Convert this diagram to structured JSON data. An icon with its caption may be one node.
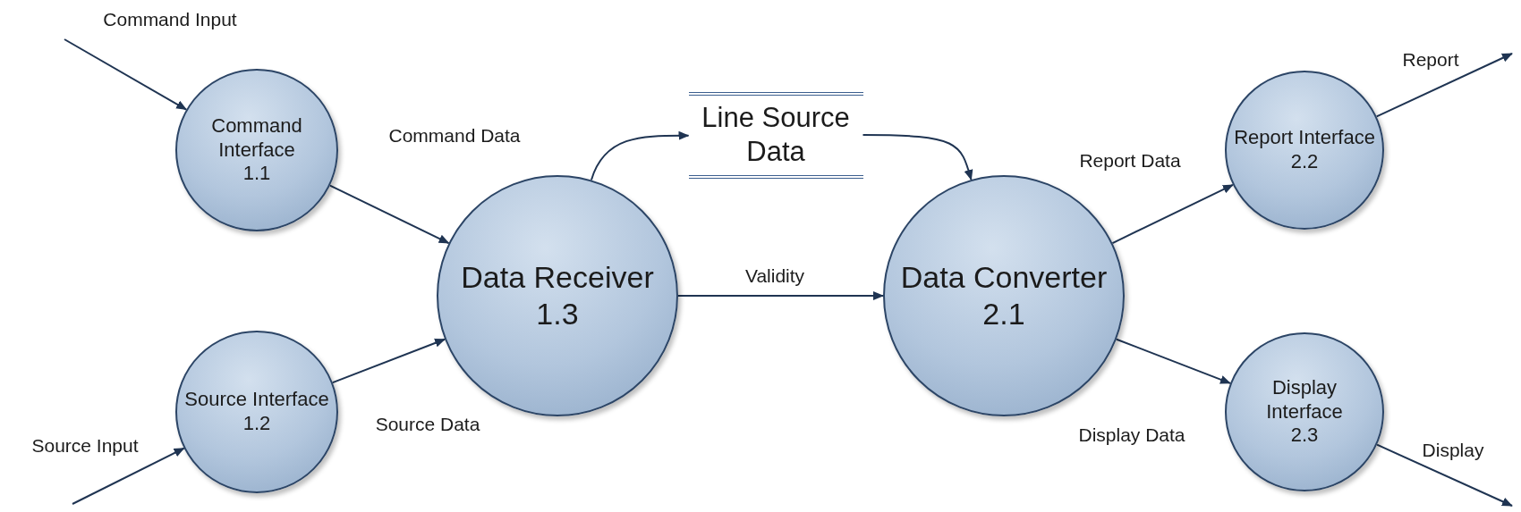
{
  "diagram": {
    "nodes": [
      {
        "text": [
          "Command Interface",
          "1.1"
        ]
      },
      {
        "text": [
          "Source Interface",
          "1.2"
        ]
      },
      {
        "text": [
          "Data Receiver",
          "1.3"
        ]
      },
      {
        "text": [
          "Line Source Data"
        ]
      },
      {
        "text": [
          "Data Converter",
          "2.1"
        ]
      },
      {
        "text": [
          "Report Interface",
          "2.2"
        ]
      },
      {
        "text": [
          "Display Interface",
          "2.3"
        ]
      }
    ],
    "edges": [
      {
        "from": null,
        "to": 0,
        "arrow": "to",
        "label": "Command Input"
      },
      {
        "from": null,
        "to": 1,
        "arrow": "to",
        "label": "Source Input"
      },
      {
        "from": 0,
        "to": 2,
        "arrow": "to",
        "label": "Command Data"
      },
      {
        "from": 1,
        "to": 2,
        "arrow": "to",
        "label": "Source Data"
      },
      {
        "from": 2,
        "to": 3,
        "arrow": "to"
      },
      {
        "from": 3,
        "to": 4,
        "arrow": "to"
      },
      {
        "from": 2,
        "to": 4,
        "arrow": "to",
        "label": "Validity"
      },
      {
        "from": 4,
        "to": 5,
        "arrow": "to",
        "label": "Report Data"
      },
      {
        "from": 4,
        "to": 6,
        "arrow": "to",
        "label": "Display Data"
      },
      {
        "from": 5,
        "to": null,
        "arrow": "to",
        "label": "Report"
      },
      {
        "from": 6,
        "to": null,
        "arrow": "to",
        "label": "Display"
      }
    ]
  }
}
